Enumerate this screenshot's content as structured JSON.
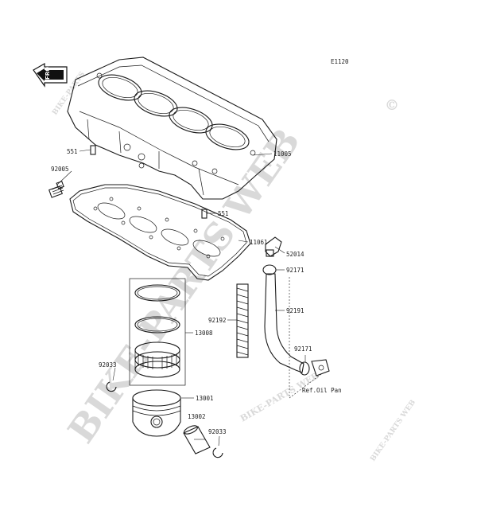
{
  "diagram_code": "E1120",
  "front_label": "FRONT",
  "watermark": {
    "main": "BIKE-PARTS WEB",
    "copyright": "©",
    "small_center": "BIKE-PARTS WEB",
    "corner_top_left": "BIKE-PARTS",
    "corner_bottom_right": "BIKE-PARTS WEB"
  },
  "callouts": {
    "c551_top": "551",
    "c92005": "92005",
    "c11005": "11005",
    "c551_mid": "551",
    "c11061": "11061",
    "c52014": "52014",
    "c92171_top": "92171",
    "c92191": "92191",
    "c92192": "92192",
    "c13008": "13008",
    "c92033_left": "92033",
    "c92171_bottom": "92171",
    "ref_oil_pan": "Ref.Oil Pan",
    "c13001": "13001",
    "c13002": "13002",
    "c92033_right": "92033"
  }
}
